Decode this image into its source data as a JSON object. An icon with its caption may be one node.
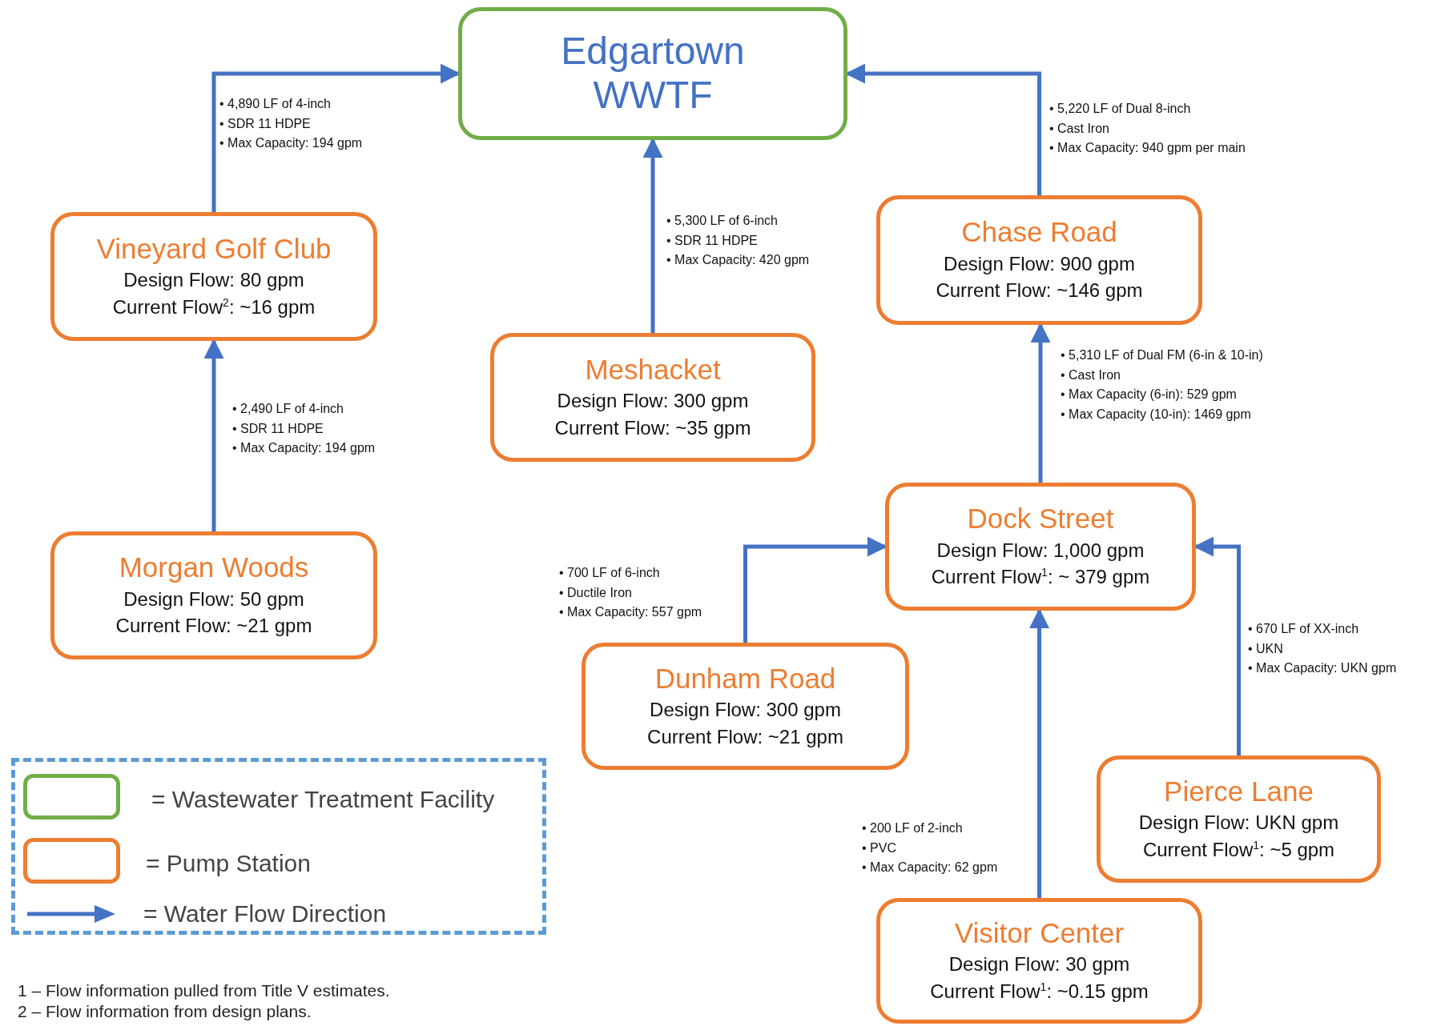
{
  "diagram": {
    "nodes": [
      {
        "text": [
          "Edgartown WWTF"
        ]
      },
      {
        "text": [
          "Vineyard Golf Club",
          "Design Flow: 80 gpm",
          "Current Flow$^{2}$: ~16 gpm"
        ]
      },
      {
        "text": [
          "Chase Road",
          "Design Flow: 900 gpm",
          "Current Flow: ~146 gpm"
        ]
      },
      {
        "text": [
          "Meshacket",
          "Design Flow: 300 gpm",
          "Current Flow: ~35 gpm"
        ]
      },
      {
        "text": [
          "Dock Street",
          "Design Flow: 1,000 gpm",
          "Current Flow$^{1}$: ~ 379 gpm"
        ]
      },
      {
        "text": [
          "Morgan Woods",
          "Design Flow: 50 gpm",
          "Current Flow: ~21 gpm"
        ]
      },
      {
        "text": [
          "Dunham Road",
          "Design Flow: 300 gpm",
          "Current Flow: ~21 gpm"
        ]
      },
      {
        "text": [
          "Pierce Lane",
          "Design Flow: UKN gpm",
          "Current Flow$^{1}$: ~5 gpm"
        ]
      },
      {
        "text": [
          "Visitor Center",
          "Design Flow: 30 gpm",
          "Current Flow$^{1}$: ~0.15 gpm"
        ]
      }
    ],
    "edges": [
      {
        "from": 1,
        "to": 0,
        "arrow": "to"
      },
      {
        "from": 3,
        "to": 0,
        "arrow": "to"
      },
      {
        "from": 2,
        "to": 0,
        "arrow": "to"
      },
      {
        "from": 5,
        "to": 1,
        "arrow": "to"
      },
      {
        "from": 4,
        "to": 2,
        "arrow": "to"
      },
      {
        "from": 6,
        "to": 4,
        "arrow": "to"
      },
      {
        "from": 7,
        "to": 4,
        "arrow": "to"
      },
      {
        "from": 8,
        "to": 4,
        "arrow": "to"
      }
    ],
    "labels": [
      "• 4,890 LF of 4-inch",
      "• SDR 11 HDPE",
      "• Max Capacity: 194 gpm",
      "• 5,220 LF of Dual 8-inch",
      "• Cast Iron",
      "• Max Capacity: 940 gpm per main",
      "• 5,300 LF of 6-inch",
      "• SDR 11 HDPE",
      "• Max Capacity: 420 gpm",
      "• 5,310 LF of Dual FM (6-in & 10-in)",
      "• Cast Iron",
      "• Max Capacity (6-in): 529 gpm",
      "• Max Capacity (10-in): 1469 gpm",
      "• 2,490 LF of 4-inch",
      "• SDR 11 HDPE",
      "• Max Capacity: 194 gpm",
      "• 700 LF of 6-inch",
      "• Ductile Iron",
      "• Max Capacity: 557 gpm",
      "• 670 LF of XX-inch",
      "• UKN",
      "• Max Capacity: UKN gpm",
      "• 200 LF of 2-inch",
      "• PVC",
      "• Max Capacity: 62 gpm",
      "1 – Flow information pulled from Title V estimates.",
      "2 – Flow information from design plans."
    ],
    "legend": [
      {
        "text": "= Wastewater Treatment Facility"
      },
      {
        "text": "= Pump Station"
      },
      {
        "text": "= Water Flow Direction"
      }
    ]
  }
}
